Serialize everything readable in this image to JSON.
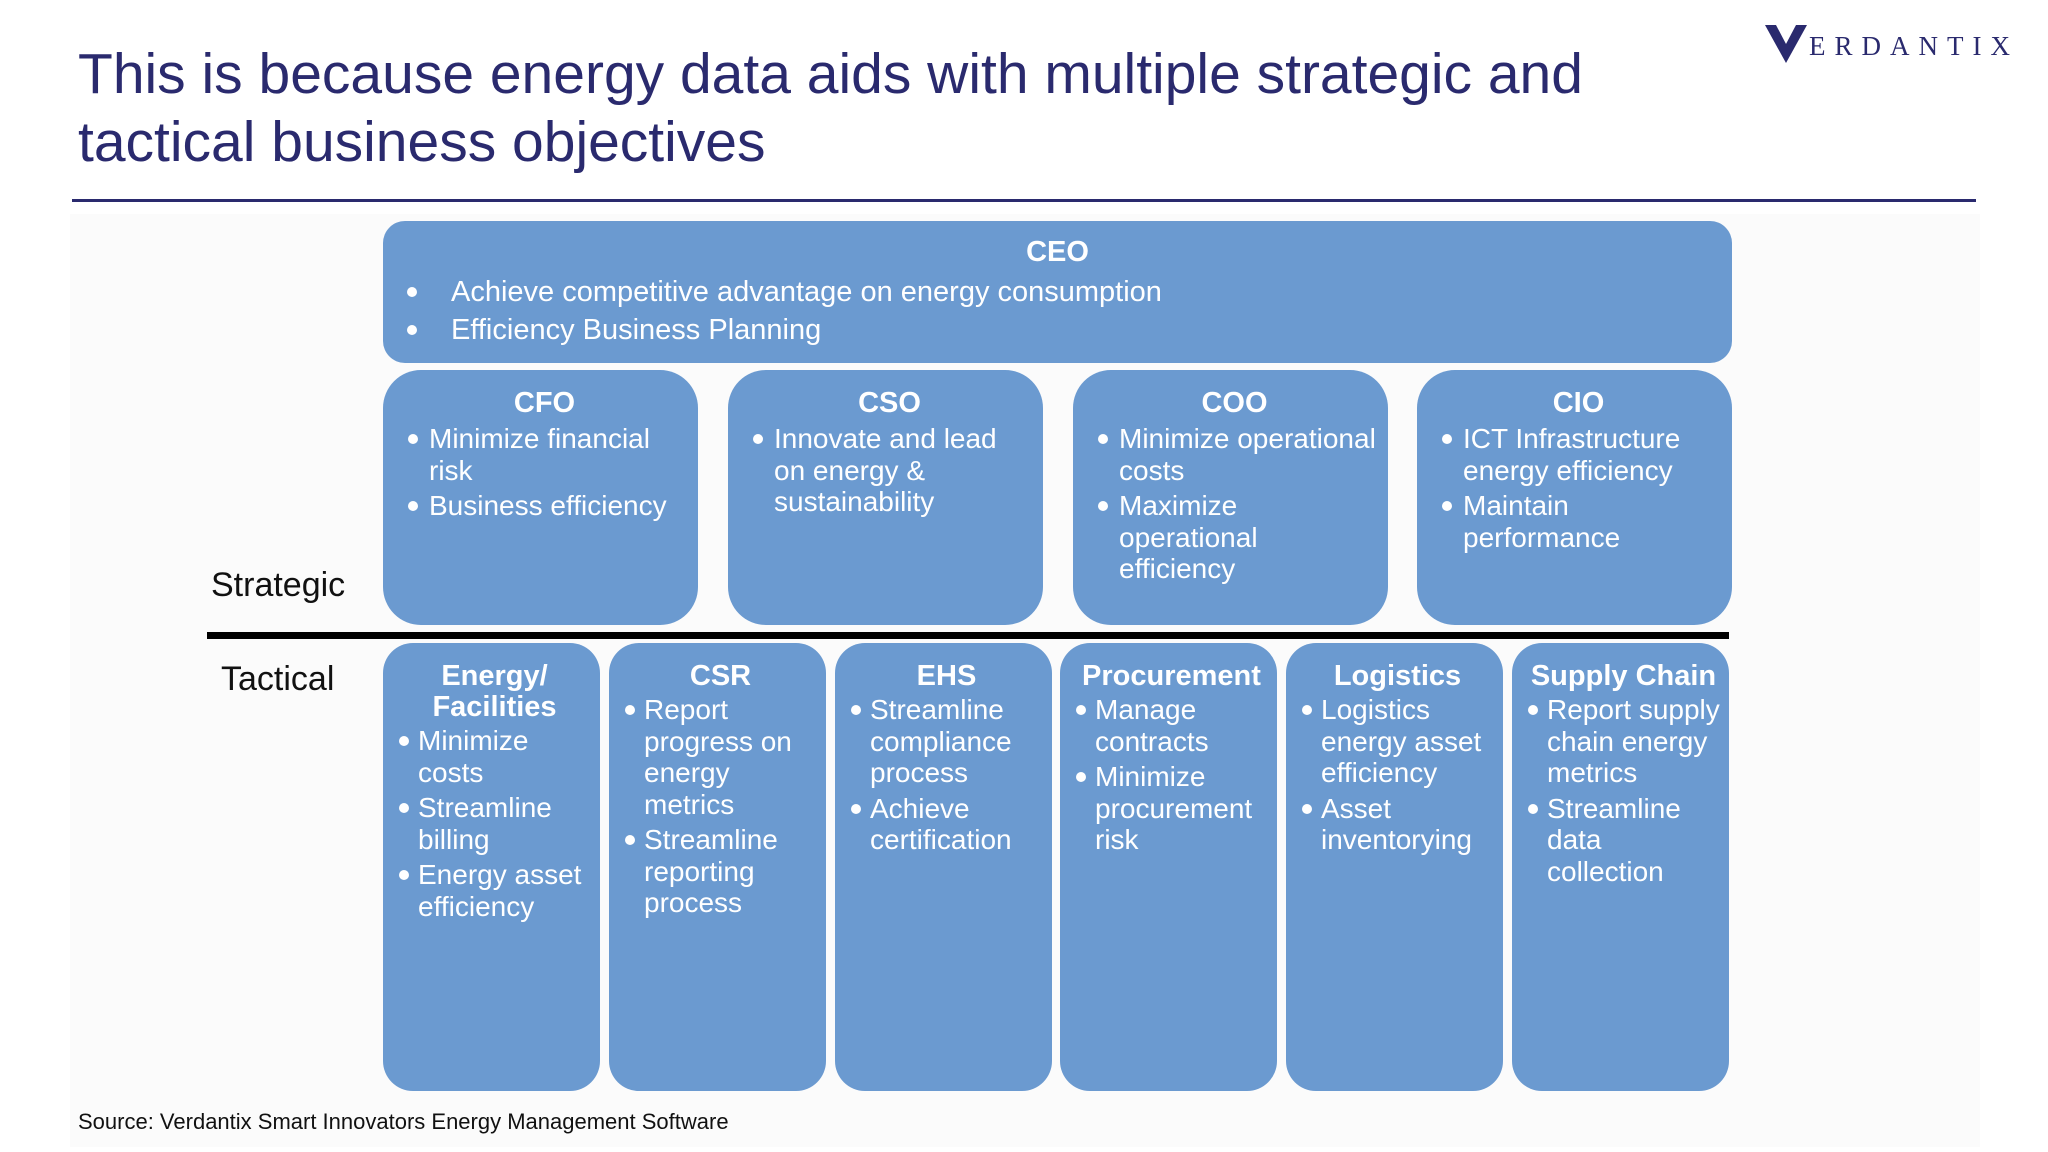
{
  "slide": {
    "title": "This is because energy data aids with multiple strategic and tactical business objectives",
    "logo_text": "ERDANTIX",
    "source": "Source: Verdantix Smart Innovators Energy Management Software"
  },
  "diagram": {
    "strategic_label": "Strategic",
    "tactical_label": "Tactical",
    "ceo": {
      "title": "CEO",
      "bullets": [
        "Achieve competitive advantage on energy consumption",
        "Efficiency Business Planning"
      ]
    },
    "strategic_boxes": [
      {
        "title": "CFO",
        "bullets": [
          "Minimize financial risk",
          "Business efficiency"
        ]
      },
      {
        "title": "CSO",
        "bullets": [
          "Innovate and lead on energy & sustainability"
        ]
      },
      {
        "title": "COO",
        "bullets": [
          "Minimize operational costs",
          "Maximize operational efficiency"
        ]
      },
      {
        "title": "CIO",
        "bullets": [
          "ICT Infrastructure energy efficiency",
          "Maintain performance"
        ]
      }
    ],
    "tactical_boxes": [
      {
        "title": "Energy/ Facilities",
        "bullets": [
          "Minimize costs",
          "Streamline billing",
          "Energy asset efficiency"
        ]
      },
      {
        "title": "CSR",
        "bullets": [
          "Report progress on energy metrics",
          "Streamline reporting process"
        ]
      },
      {
        "title": "EHS",
        "bullets": [
          "Streamline compliance process",
          "Achieve certification"
        ]
      },
      {
        "title": "Procurement",
        "bullets": [
          "Manage contracts",
          "Minimize procurement risk"
        ]
      },
      {
        "title": "Logistics",
        "bullets": [
          "Logistics energy asset efficiency",
          "Asset inventorying"
        ]
      },
      {
        "title": "Supply Chain",
        "bullets": [
          "Report supply chain energy metrics",
          "Streamline data collection"
        ]
      }
    ]
  },
  "colors": {
    "title_navy": "#2a2a6e",
    "box_blue": "#6b9ad0",
    "box_text": "#ffffff"
  }
}
